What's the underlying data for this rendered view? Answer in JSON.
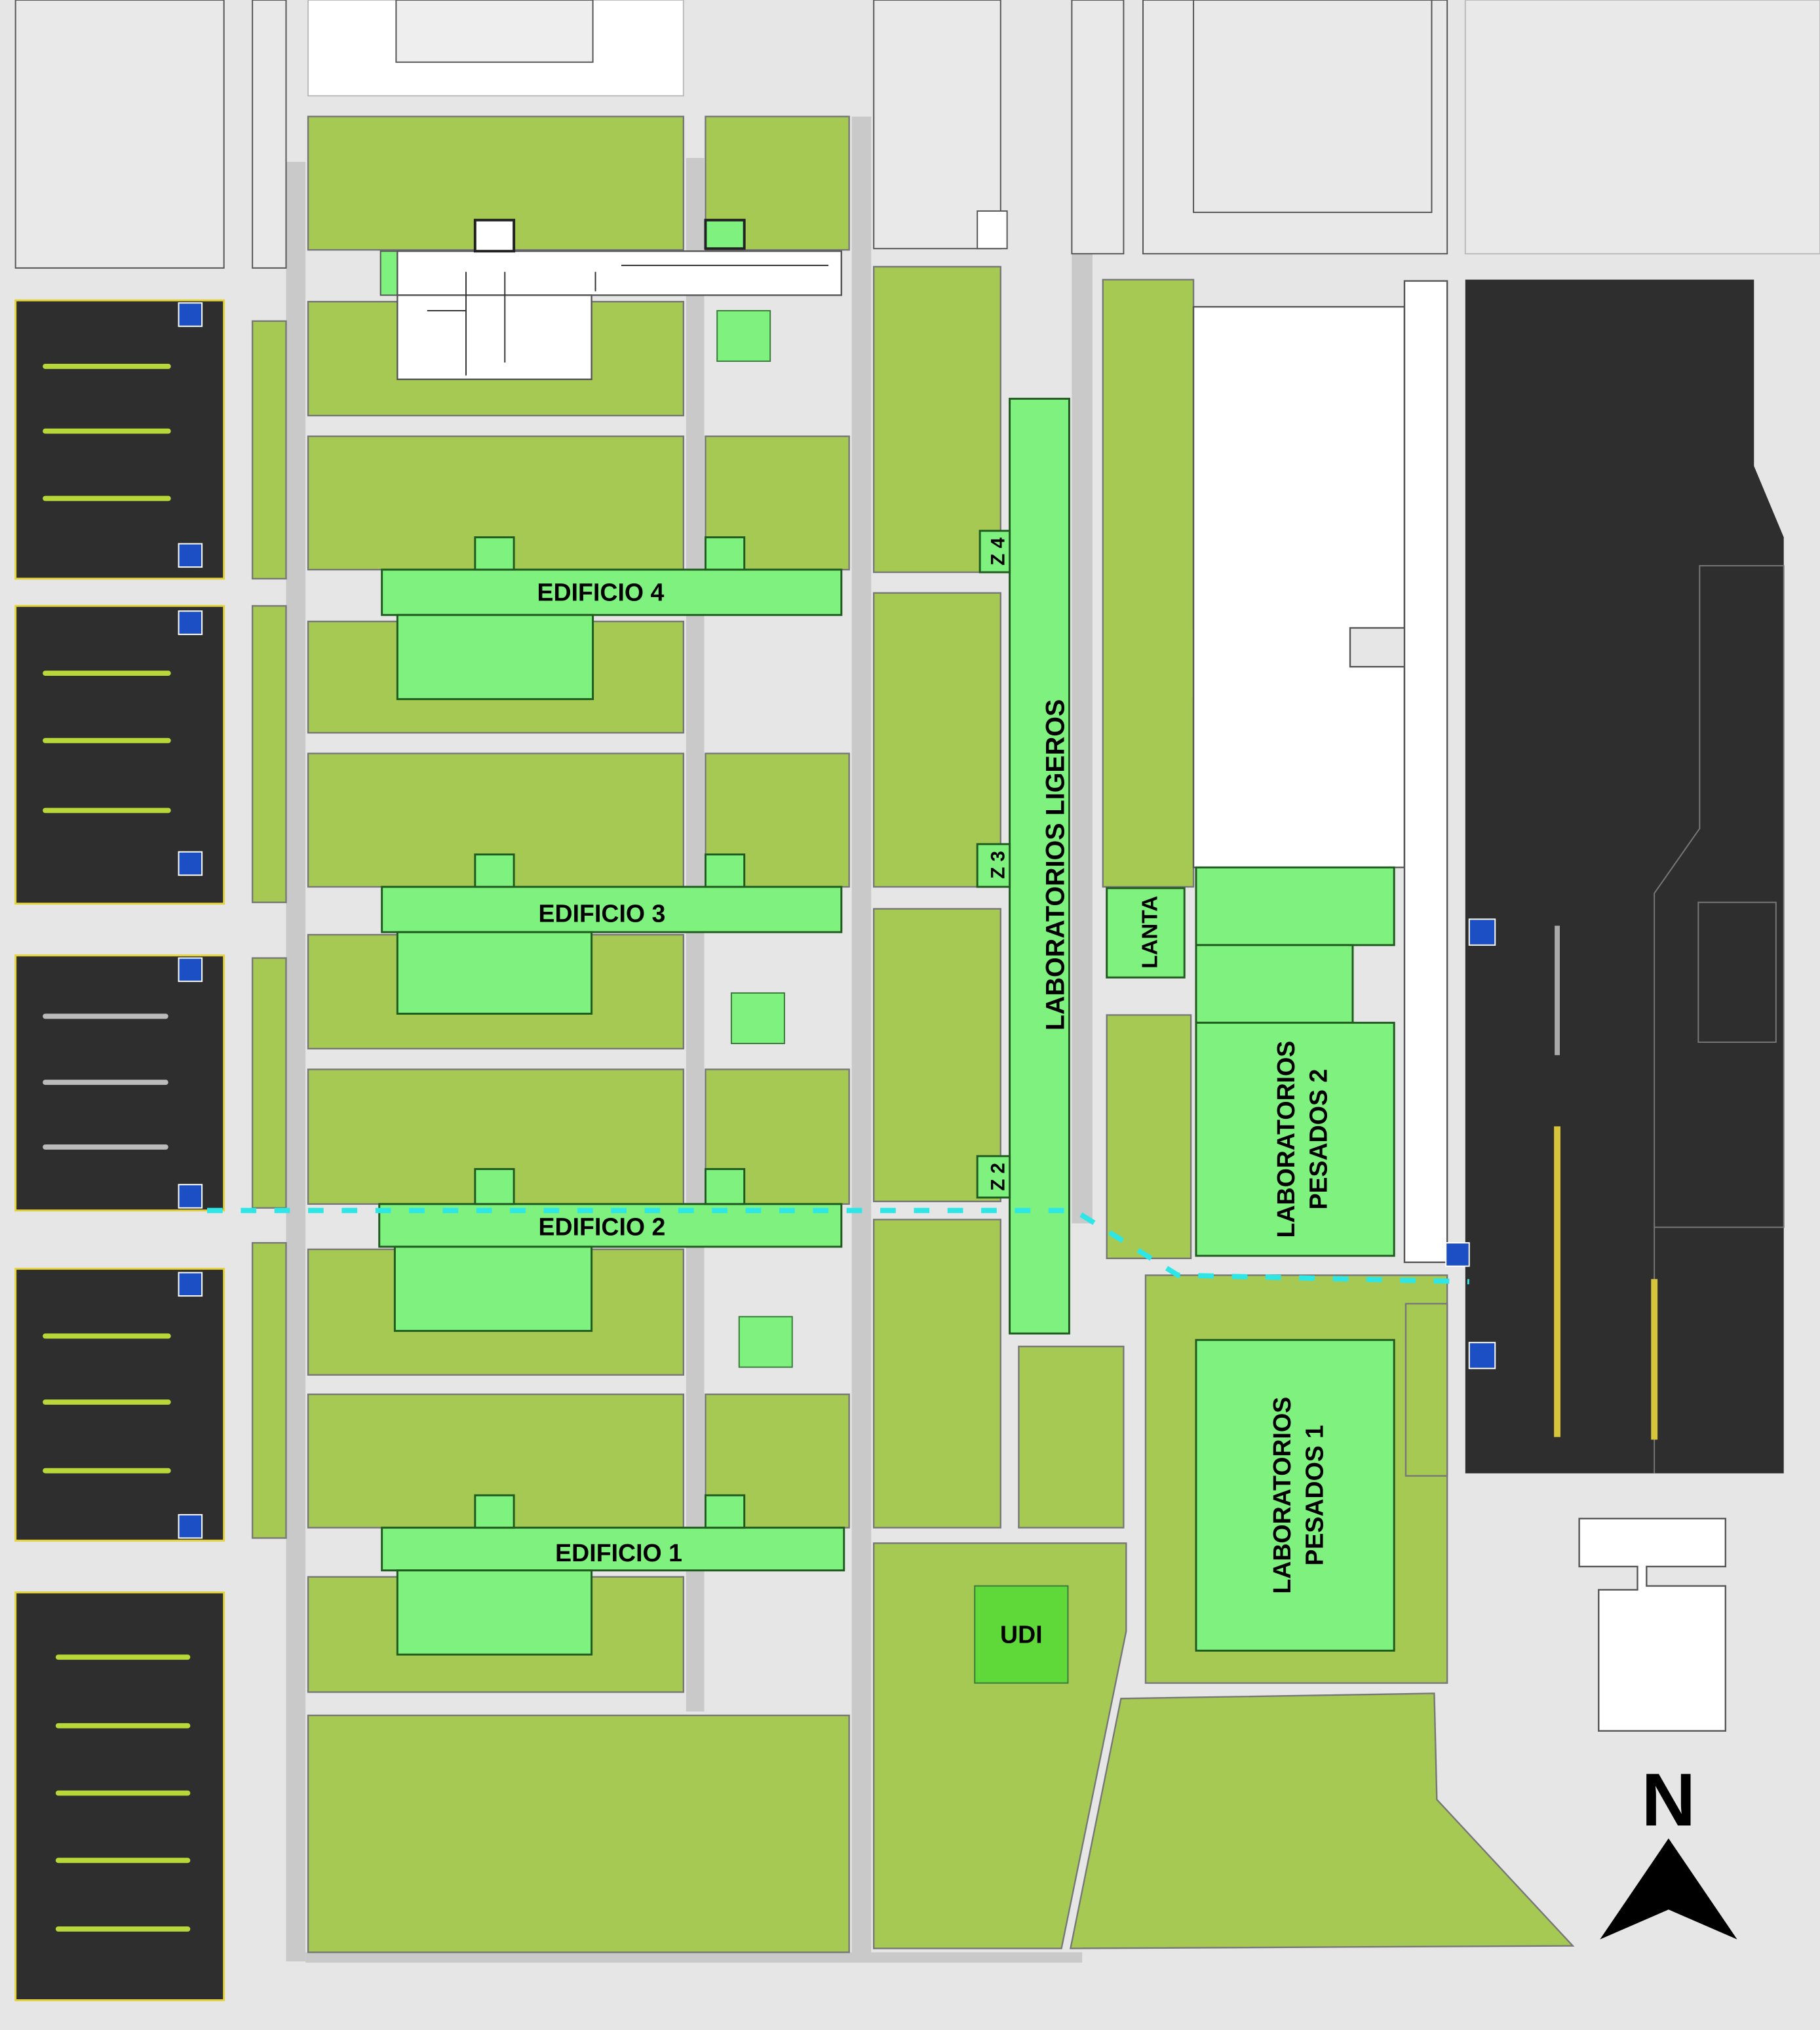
{
  "map": {
    "buildings": {
      "edificio_4": "EDIFICIO 4",
      "edificio_3": "EDIFICIO 3",
      "edificio_2": "EDIFICIO 2",
      "edificio_1": "EDIFICIO 1",
      "lab_ligeros": "LABORATORIOS LIGEROS",
      "lab_pesados_2_line1": "LABORATORIOS",
      "lab_pesados_2_line2": "PESADOS 2",
      "lab_pesados_1_line1": "LABORATORIOS",
      "lab_pesados_1_line2": "PESADOS 1",
      "lanta": "LANTA",
      "udi": "UDI"
    },
    "zones": {
      "z4": "Z 4",
      "z3": "Z 3",
      "z2": "Z 2"
    },
    "compass": {
      "label": "N"
    },
    "colors": {
      "background": "#e6e6e6",
      "grass": "#a5c952",
      "building": "#7ef17e",
      "udi": "#5fd83a",
      "parking": "#2e2e2e",
      "path": "#2ee6e6"
    }
  }
}
